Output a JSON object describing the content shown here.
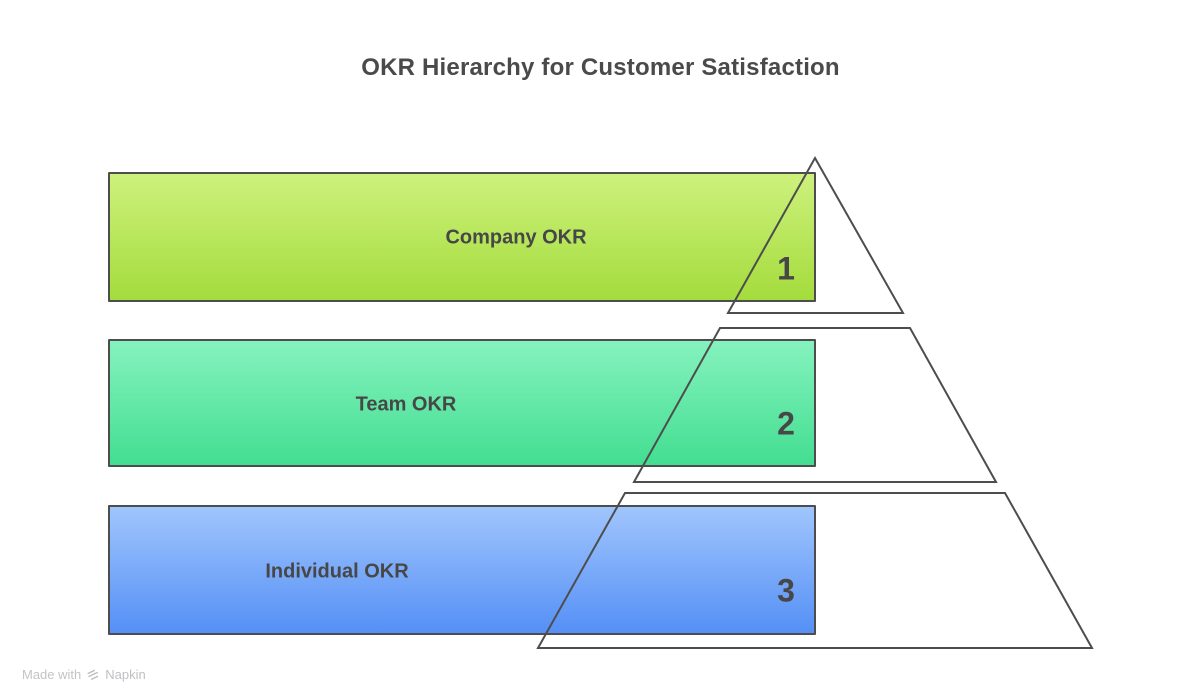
{
  "title": "OKR Hierarchy for Customer Satisfaction",
  "levels": [
    {
      "label": "Company OKR",
      "number": "1",
      "colors": {
        "top": "#cdf17c",
        "bottom": "#a4dc3d"
      }
    },
    {
      "label": "Team OKR",
      "number": "2",
      "colors": {
        "top": "#85f2be",
        "bottom": "#43de91"
      }
    },
    {
      "label": "Individual OKR",
      "number": "3",
      "colors": {
        "top": "#a0c5fc",
        "bottom": "#5590f6"
      }
    }
  ],
  "pyramid": {
    "outline_color": "#4d4d4d",
    "sections": 3
  },
  "text_color": "#4a4a4a",
  "watermark": {
    "prefix": "Made with",
    "brand": "Napkin"
  }
}
